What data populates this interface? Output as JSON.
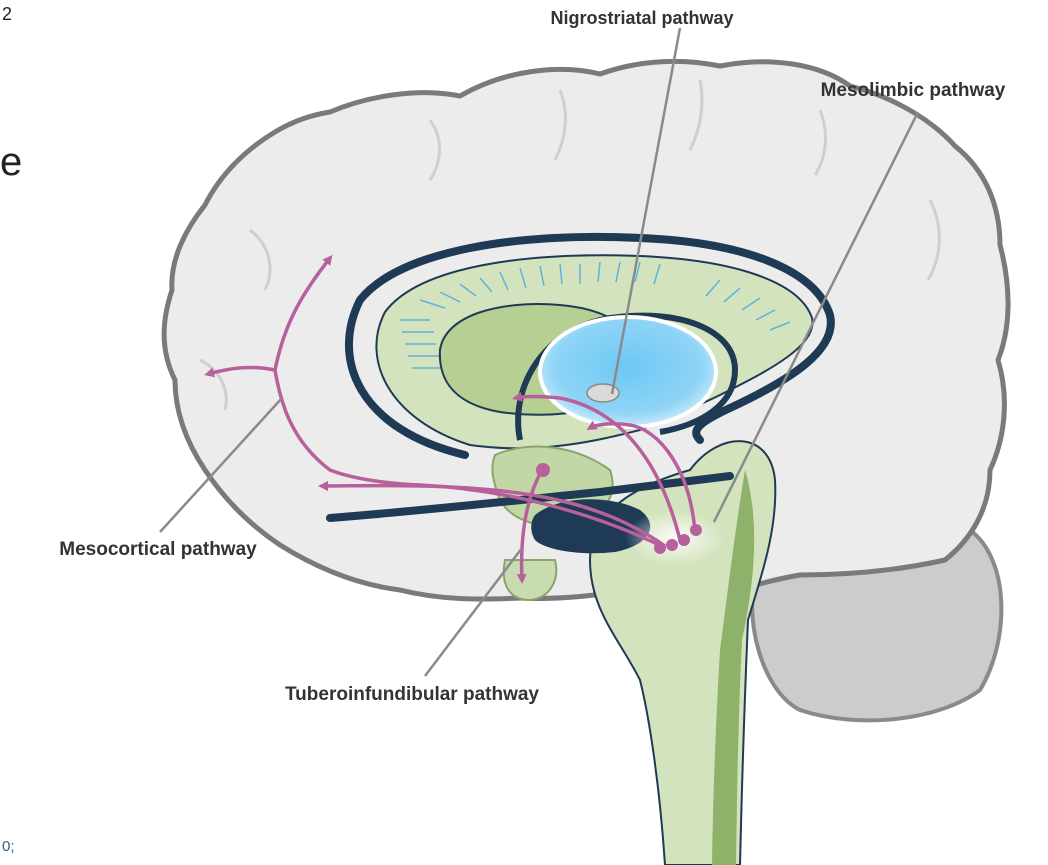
{
  "labels": {
    "nigrostriatal": "Nigrostriatal pathway",
    "mesolimbic": "Mesolimbic pathway",
    "mesocortical": "Mesocortical pathway",
    "tuberoinfundibular": "Tuberoinfundibular pathway"
  },
  "edge_fragments": {
    "top_left": "2",
    "left_mid": "e",
    "bottom_left": "0;"
  },
  "colors": {
    "brain_fill": "#ececec",
    "brain_outline": "#7a7a7a",
    "cerebellum": "#c9c9c9",
    "limbic_green": "#d3e3bd",
    "green_dark": "#8fb26b",
    "striatum_blue": "#72c8f2",
    "navy": "#1e3a55",
    "pathway_pink": "#b8609c",
    "label_text": "#333333",
    "leader_line": "#8a8a8a"
  }
}
